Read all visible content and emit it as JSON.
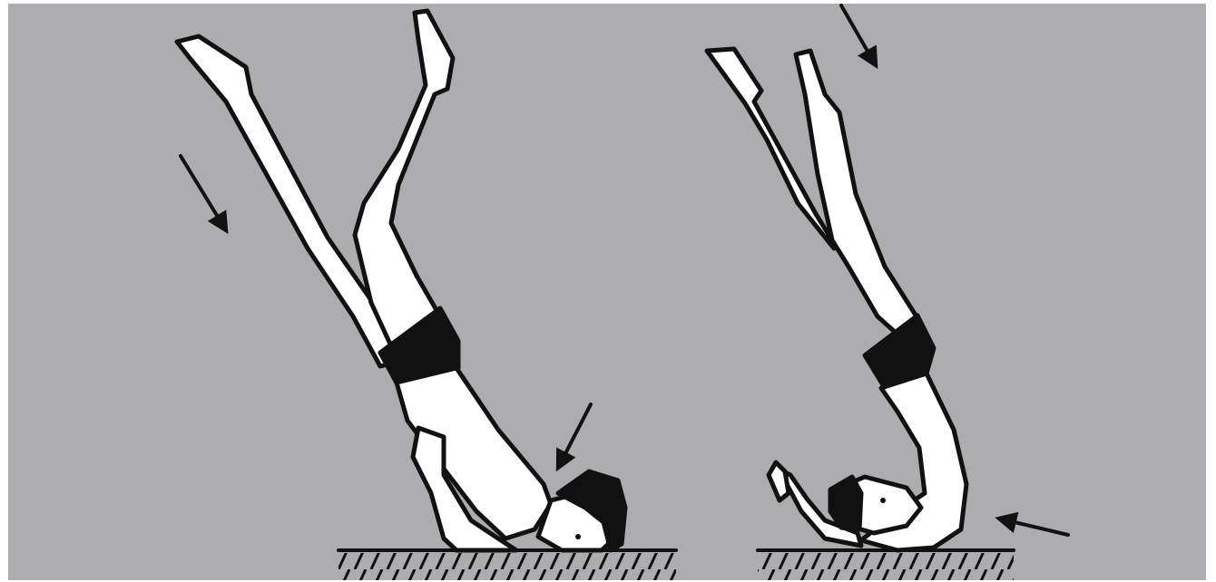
{
  "illustration": {
    "background_color": "#adadb0",
    "border_color": "#ffffff",
    "ink_color": "#111111",
    "skin_color": "#ffffff",
    "figures": [
      {
        "name": "figure-headstand-legs-split",
        "arrows": 2
      },
      {
        "name": "figure-rolling-down",
        "arrows": 2
      }
    ]
  }
}
